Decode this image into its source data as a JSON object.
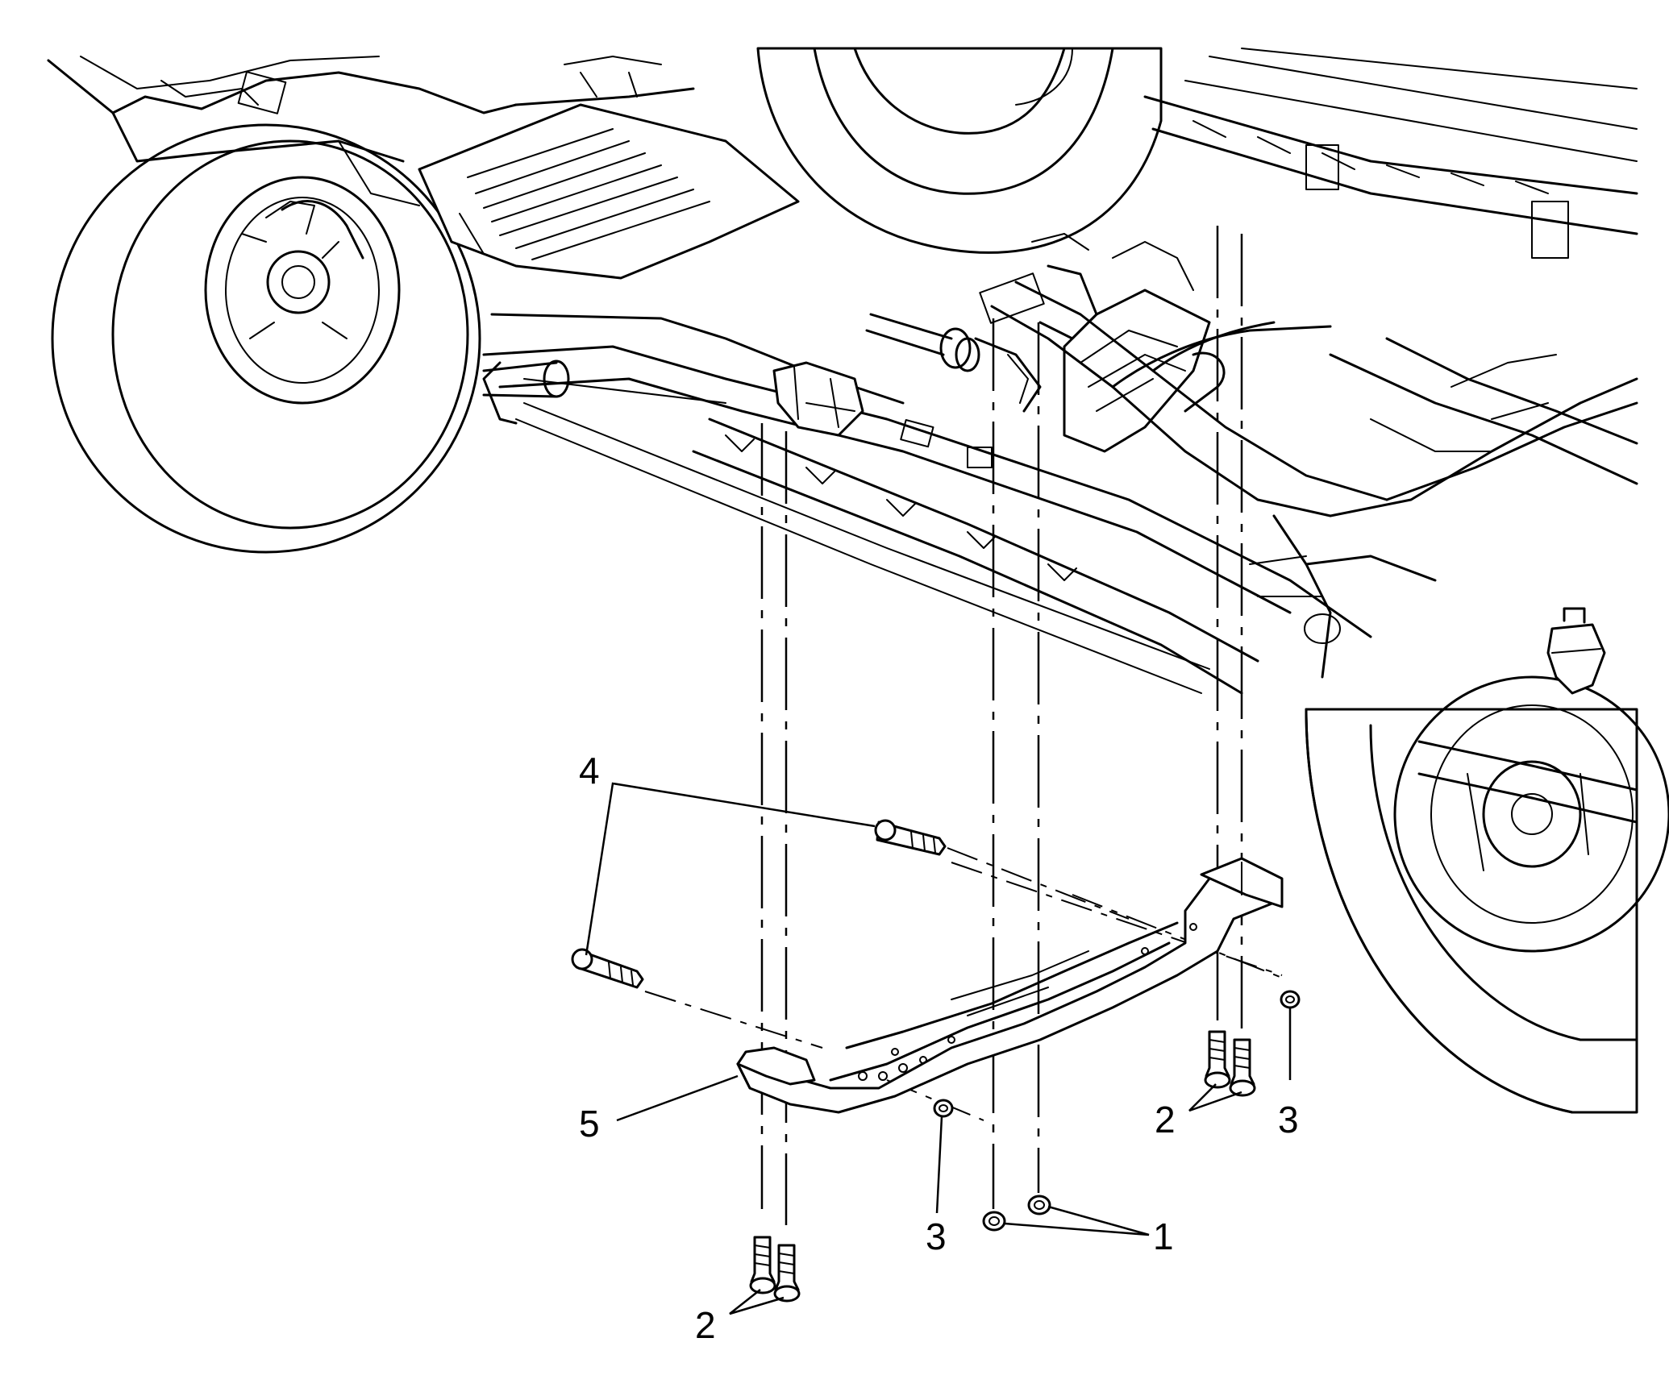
{
  "callouts": {
    "c1": "1",
    "c2_left": "2",
    "c2_right": "2",
    "c3_left": "3",
    "c3_right": "3",
    "c4": "4",
    "c5": "5"
  },
  "colors": {
    "line": "#000000",
    "background": "#ffffff"
  }
}
